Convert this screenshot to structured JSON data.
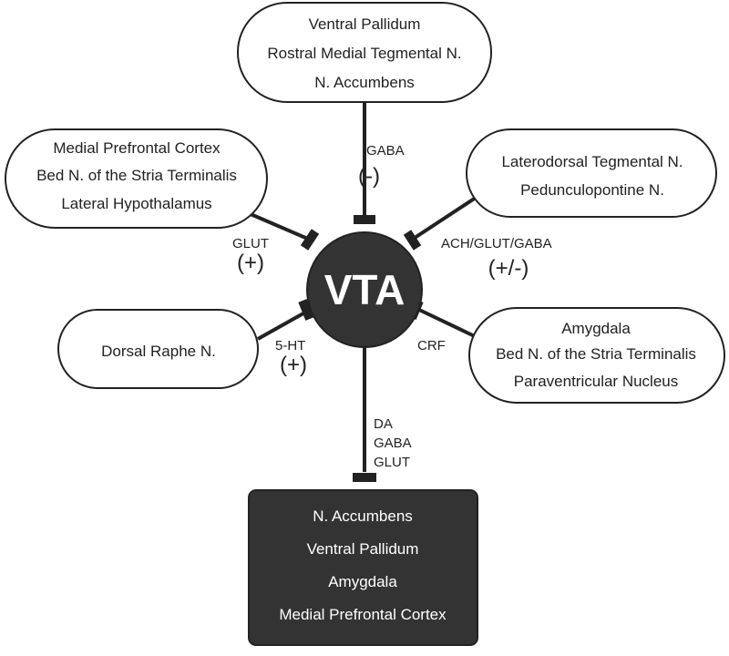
{
  "diagram": {
    "center": {
      "label": "VTA"
    },
    "inputs": {
      "top": {
        "lines": [
          "Ventral Pallidum",
          "Rostral Medial Tegmental N.",
          "N. Accumbens"
        ],
        "transmitter": "GABA",
        "sign": "(-)"
      },
      "upper_left": {
        "lines": [
          "Medial Prefrontal Cortex",
          "Bed N. of the Stria Terminalis",
          "Lateral Hypothalamus"
        ],
        "transmitter": "GLUT",
        "sign": "(+)"
      },
      "upper_right": {
        "lines": [
          "Laterodorsal Tegmental N.",
          "Pedunculopontine N."
        ],
        "transmitter": "ACH/GLUT/GABA",
        "sign": "(+/-)"
      },
      "lower_left": {
        "lines": [
          "Dorsal Raphe N."
        ],
        "transmitter": "5-HT",
        "sign": "(+)"
      },
      "lower_right": {
        "lines": [
          "Amygdala",
          "Bed N. of the Stria Terminalis",
          "Paraventricular Nucleus"
        ],
        "transmitter": "CRF"
      }
    },
    "output": {
      "transmitters": [
        "DA",
        "GABA",
        "GLUT"
      ],
      "lines": [
        "N. Accumbens",
        "Ventral Pallidum",
        "Amygdala",
        "Medial Prefrontal Cortex"
      ]
    },
    "colors": {
      "dark_fill": "#333333",
      "stroke": "#222222",
      "box_fill": "#ffffff",
      "text_light": "#ffffff"
    }
  }
}
